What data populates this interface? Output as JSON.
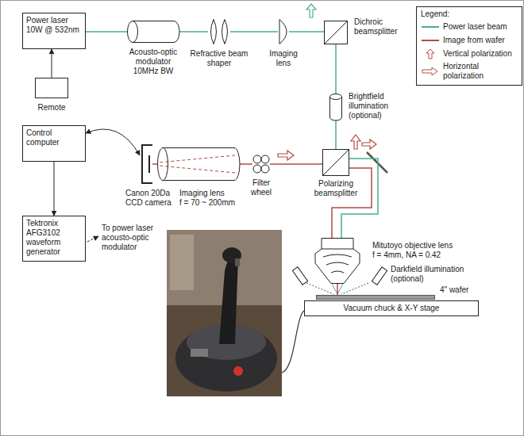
{
  "diagram": {
    "nodes": [
      {
        "text": [
          "Power laser",
          "10W @ 532nm"
        ]
      },
      {
        "text": [
          "Remote"
        ]
      },
      {
        "text": [
          "Acousto-optic modulator",
          "10MHz BW"
        ]
      },
      {
        "text": [
          "Refractive beam shaper"
        ]
      },
      {
        "text": [
          "Imaging lens"
        ]
      },
      {
        "text": [
          "Dichroic beamsplitter"
        ]
      },
      {
        "text": [
          "Brightfield illumination (optional)"
        ]
      },
      {
        "text": [
          "Control computer"
        ]
      },
      {
        "text": [
          "Canon 20Da CCD camera"
        ]
      },
      {
        "text": [
          "Imaging lens",
          "f = 70 ~ 200mm"
        ]
      },
      {
        "text": [
          "Filter wheel"
        ]
      },
      {
        "text": [
          "Polarizing beamsplitter"
        ]
      },
      {
        "text": [
          "Tektronix AFG3102 waveform generator"
        ]
      },
      {
        "text": [
          "Mitutoyo objective lens",
          "f = 4mm, NA = 0.42"
        ]
      },
      {
        "text": [
          "Darkfield illumination (optional)"
        ]
      },
      {
        "text": [
          "4\" wafer"
        ]
      },
      {
        "text": [
          "Vacuum chuck & X-Y stage"
        ]
      }
    ],
    "edges": [
      {
        "from": 1,
        "to": 0,
        "arrow": "to"
      },
      {
        "from": 0,
        "to": 2,
        "arrow": "none"
      },
      {
        "from": 2,
        "to": 3,
        "arrow": "none"
      },
      {
        "from": 3,
        "to": 4,
        "arrow": "none"
      },
      {
        "from": 4,
        "to": 5,
        "arrow": "none"
      },
      {
        "from": 5,
        "to": 6,
        "arrow": "none"
      },
      {
        "from": 6,
        "to": 11,
        "arrow": "none"
      },
      {
        "from": 11,
        "to": 13,
        "arrow": "none"
      },
      {
        "from": 11,
        "to": 13,
        "arrow": "none"
      },
      {
        "from": 13,
        "to": 15,
        "arrow": "none"
      },
      {
        "from": 11,
        "to": 10,
        "arrow": "none"
      },
      {
        "from": 10,
        "to": 9,
        "arrow": "none"
      },
      {
        "from": 9,
        "to": 8,
        "arrow": "none"
      },
      {
        "from": 7,
        "to": 8,
        "arrow": "both"
      },
      {
        "from": 7,
        "to": 12,
        "arrow": "to"
      }
    ],
    "labels": [
      "Legend:",
      "To power laser acousto-optic modulator"
    ],
    "legend": [
      {
        "text": "Power laser beam"
      },
      {
        "text": "Image from wafer"
      },
      {
        "text": "Vertical polarization"
      },
      {
        "text": "Horizontal polarization"
      }
    ]
  }
}
